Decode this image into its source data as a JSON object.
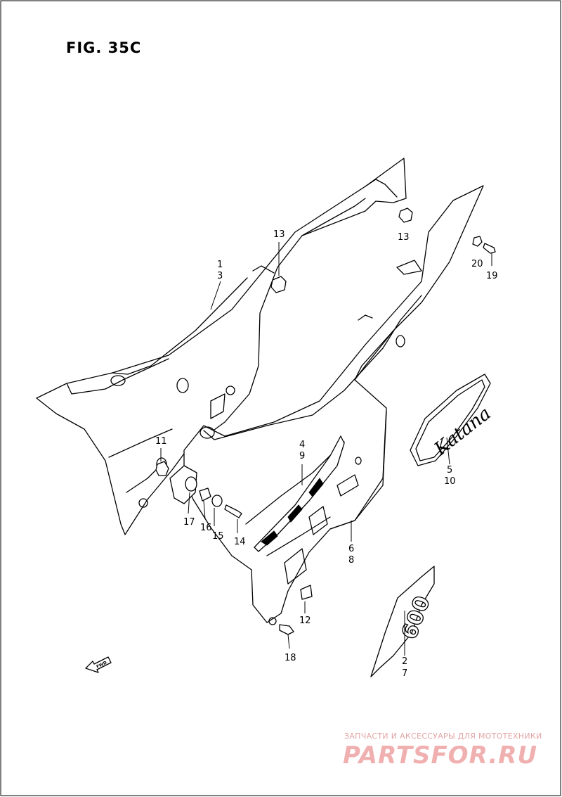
{
  "figure": {
    "title": "FIG. 35C"
  },
  "callouts": [
    {
      "id": "c1",
      "text": "1"
    },
    {
      "id": "c3",
      "text": "3"
    },
    {
      "id": "c13a",
      "text": "13"
    },
    {
      "id": "c13b",
      "text": "13"
    },
    {
      "id": "c20",
      "text": "20"
    },
    {
      "id": "c19",
      "text": "19"
    },
    {
      "id": "c11",
      "text": "11"
    },
    {
      "id": "c4",
      "text": "4"
    },
    {
      "id": "c9",
      "text": "9"
    },
    {
      "id": "c5",
      "text": "5"
    },
    {
      "id": "c10",
      "text": "10"
    },
    {
      "id": "c17",
      "text": "17"
    },
    {
      "id": "c16",
      "text": "16"
    },
    {
      "id": "c15",
      "text": "15"
    },
    {
      "id": "c14",
      "text": "14"
    },
    {
      "id": "c6",
      "text": "6"
    },
    {
      "id": "c8",
      "text": "8"
    },
    {
      "id": "c12",
      "text": "12"
    },
    {
      "id": "c18",
      "text": "18"
    },
    {
      "id": "c2",
      "text": "2"
    },
    {
      "id": "c7",
      "text": "7"
    }
  ],
  "decals": {
    "katana": "Katana",
    "model": "600"
  },
  "fwd_arrow": {
    "label": "FWD"
  },
  "watermark": {
    "tagline": "ЗАПЧАСТИ И АКСЕССУАРЫ ДЛЯ МОТОТЕХНИКИ",
    "logo": "PARTSFOR.RU"
  }
}
